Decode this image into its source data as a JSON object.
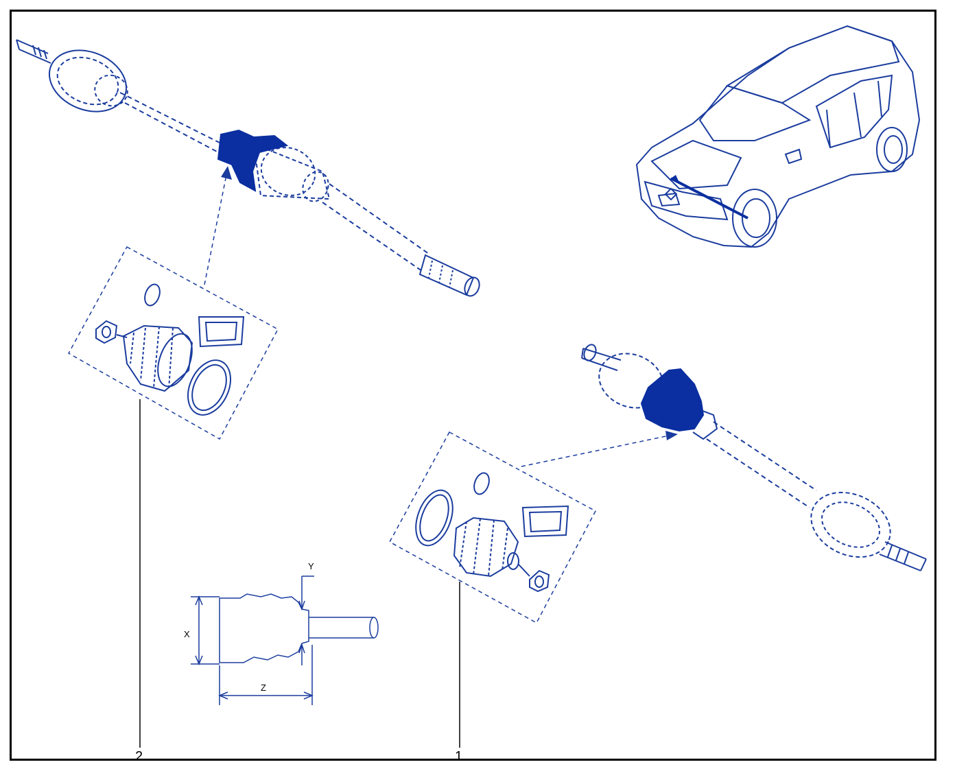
{
  "colors": {
    "line": "#1a3c9e",
    "fill": "#0b2fa0",
    "callout": "#000000",
    "frame": "#000000"
  },
  "callouts": {
    "item_1": "1",
    "item_2": "2"
  },
  "dimensions": {
    "x": "X",
    "y": "Y",
    "z": "Z"
  }
}
